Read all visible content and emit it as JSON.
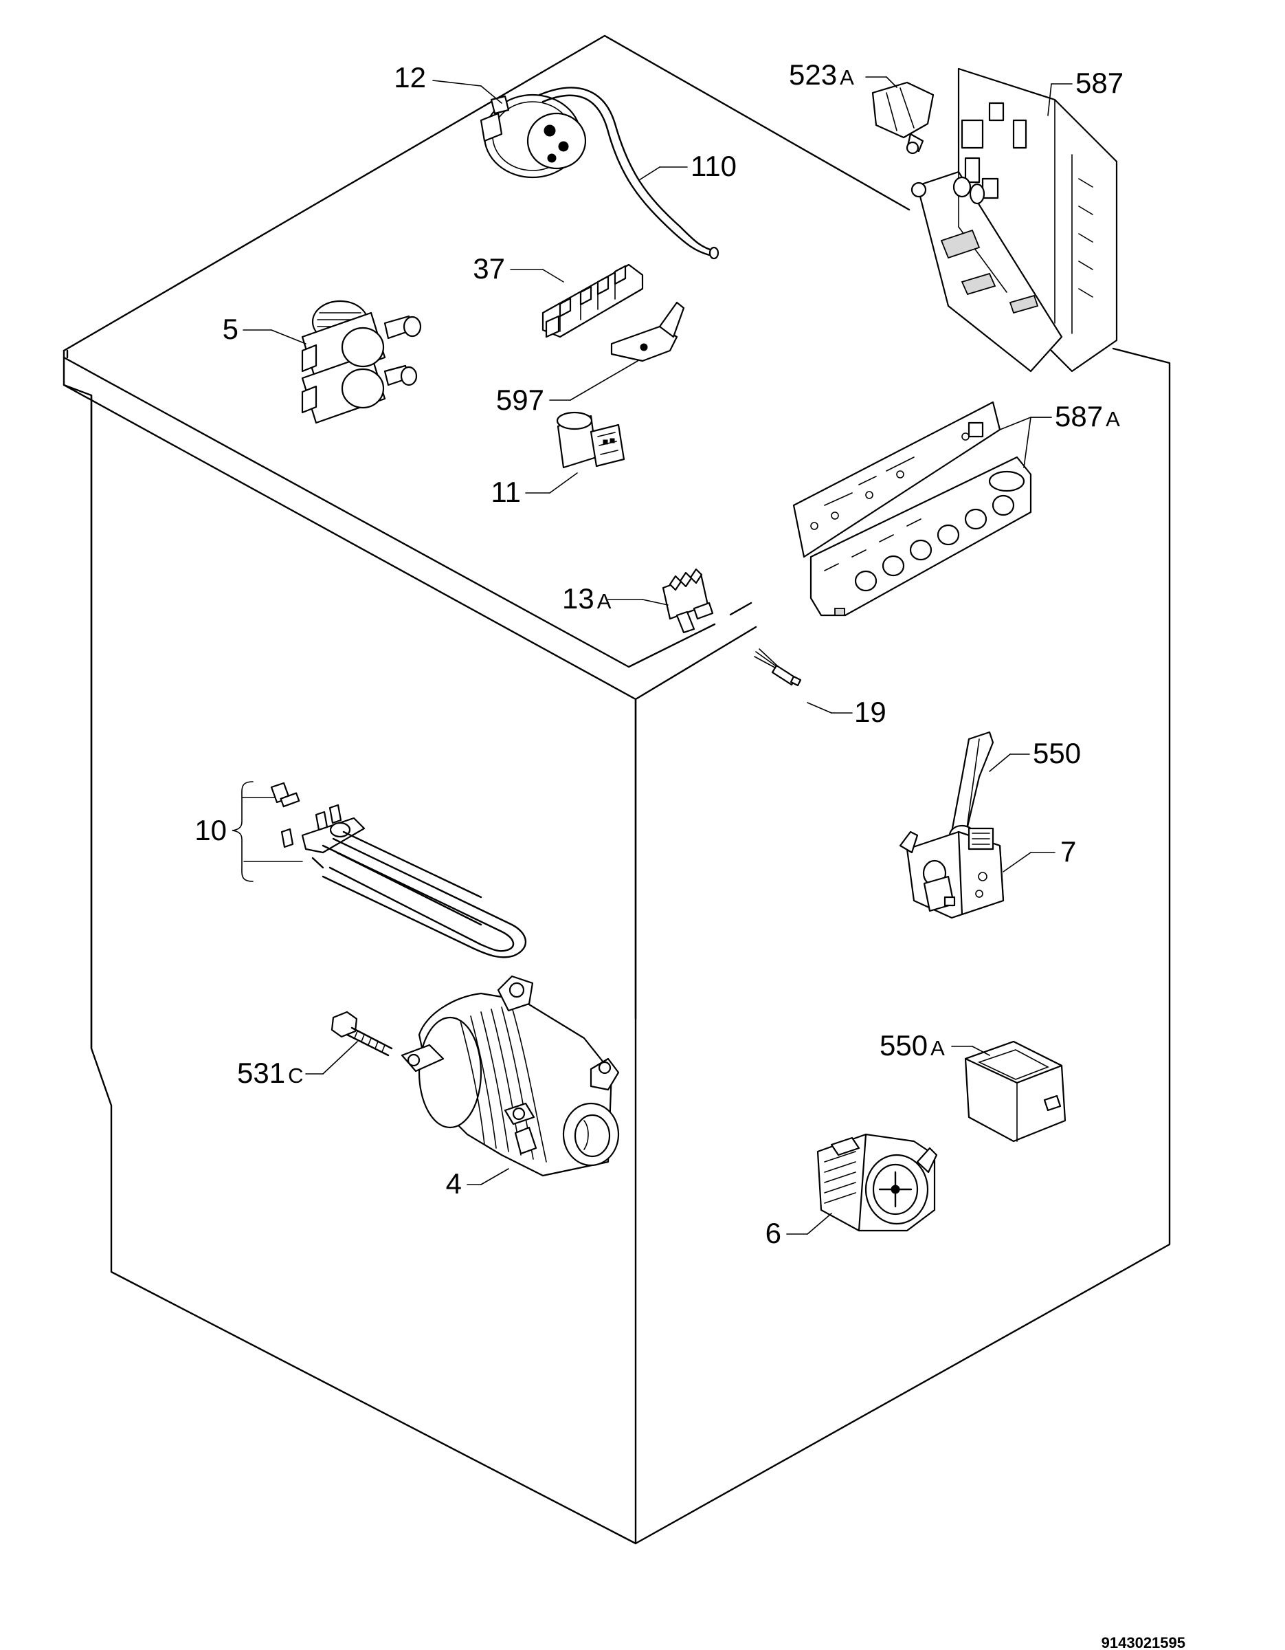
{
  "drawing_code": "9143021595",
  "parts": [
    {
      "id": "p12",
      "number": "12",
      "suffix": ""
    },
    {
      "id": "p110",
      "number": "110",
      "suffix": ""
    },
    {
      "id": "p523a",
      "number": "523",
      "suffix": "A"
    },
    {
      "id": "p587",
      "number": "587",
      "suffix": ""
    },
    {
      "id": "p37",
      "number": "37",
      "suffix": ""
    },
    {
      "id": "p5",
      "number": "5",
      "suffix": ""
    },
    {
      "id": "p597",
      "number": "597",
      "suffix": ""
    },
    {
      "id": "p587a",
      "number": "587",
      "suffix": "A"
    },
    {
      "id": "p11",
      "number": "11",
      "suffix": ""
    },
    {
      "id": "p13a",
      "number": "13",
      "suffix": "A"
    },
    {
      "id": "p19",
      "number": "19",
      "suffix": ""
    },
    {
      "id": "p550",
      "number": "550",
      "suffix": ""
    },
    {
      "id": "p10",
      "number": "10",
      "suffix": ""
    },
    {
      "id": "p7",
      "number": "7",
      "suffix": ""
    },
    {
      "id": "p550a",
      "number": "550",
      "suffix": "A"
    },
    {
      "id": "p531c",
      "number": "531",
      "suffix": "C"
    },
    {
      "id": "p4",
      "number": "4",
      "suffix": ""
    },
    {
      "id": "p6",
      "number": "6",
      "suffix": ""
    }
  ]
}
